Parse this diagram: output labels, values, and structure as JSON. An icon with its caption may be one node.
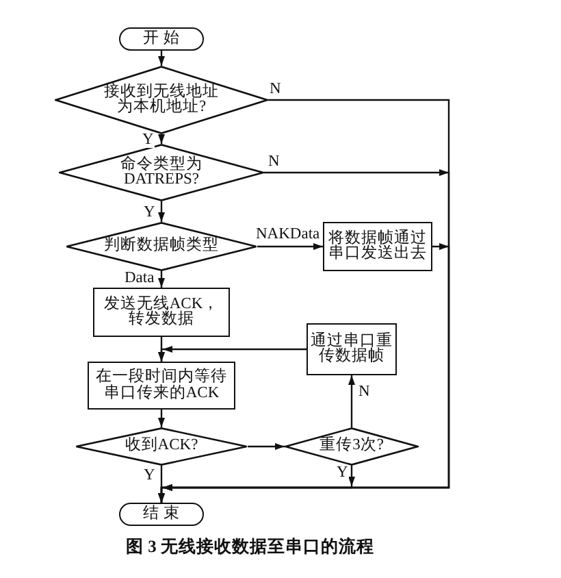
{
  "diagram": {
    "caption": "图 3 无线接收数据至串口的流程",
    "nodes": [
      {
        "text": [
          "开 始"
        ]
      },
      {
        "text": [
          "接收到无线地址为本机地址?"
        ]
      },
      {
        "text": [
          "命令类型为DATREPS?"
        ]
      },
      {
        "text": [
          "判断数据帧类型"
        ]
      },
      {
        "text": [
          "将数据帧通过串口发送出去"
        ]
      },
      {
        "text": [
          "发送无线ACK，转发数据"
        ]
      },
      {
        "text": [
          "通过串口重传数据帧"
        ]
      },
      {
        "text": [
          "在一段时间内等待串口传来的ACK"
        ]
      },
      {
        "text": [
          "收到ACK?"
        ]
      },
      {
        "text": [
          "重传3次?"
        ]
      },
      {
        "text": [
          "结 束"
        ]
      }
    ],
    "edges": [
      {
        "from": 0,
        "to": 1,
        "arrow": "to"
      },
      {
        "from": 1,
        "to": 2,
        "arrow": "to",
        "label": "Y"
      },
      {
        "from": 1,
        "to": 10,
        "arrow": "to",
        "label": "N"
      },
      {
        "from": 2,
        "to": 3,
        "arrow": "to",
        "label": "Y"
      },
      {
        "from": 2,
        "to": 10,
        "arrow": "to",
        "label": "N"
      },
      {
        "from": 3,
        "to": 4,
        "arrow": "to",
        "label": "NAKData"
      },
      {
        "from": 3,
        "to": 5,
        "arrow": "to",
        "label": "Data"
      },
      {
        "from": 4,
        "to": 10,
        "arrow": "to"
      },
      {
        "from": 5,
        "to": 7,
        "arrow": "to"
      },
      {
        "from": 6,
        "to": 7,
        "arrow": "to"
      },
      {
        "from": 7,
        "to": 8,
        "arrow": "to"
      },
      {
        "from": 8,
        "to": 9,
        "arrow": "to"
      },
      {
        "from": 8,
        "to": 10,
        "arrow": "to",
        "label": "Y"
      },
      {
        "from": 9,
        "to": 6,
        "arrow": "to",
        "label": "N"
      },
      {
        "from": 9,
        "to": 10,
        "arrow": "to",
        "label": "Y"
      }
    ]
  }
}
